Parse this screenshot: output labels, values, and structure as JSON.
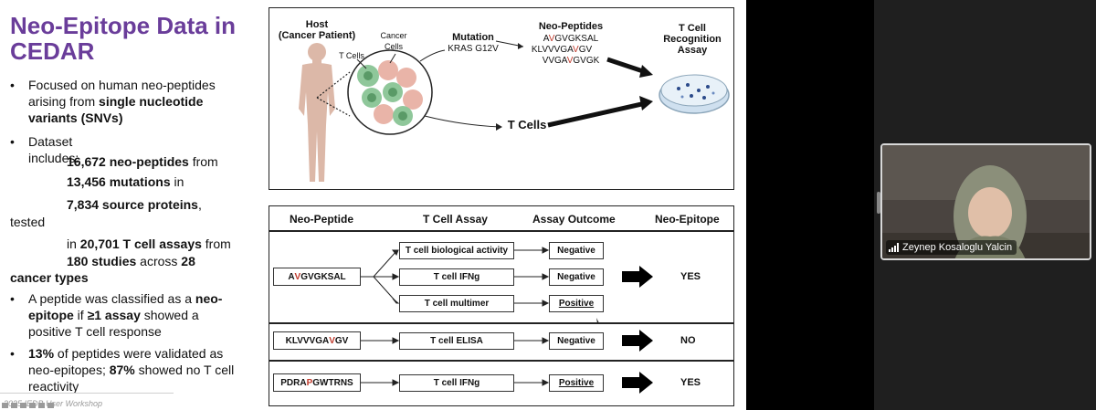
{
  "slide": {
    "title": "Neo-Epitope Data in CEDAR",
    "bullets": {
      "b1_a": "Focused on human neo-peptides",
      "b1_b": "arising from ",
      "b1_c": "single nucleotide",
      "b1_d": "variants (SNVs)",
      "b2": "Dataset includes:",
      "l1_a": "16,672 neo-peptides",
      "l1_b": " from",
      "l2_a": "13,456 mutations",
      "l2_b": " in",
      "l3_a": "7,834 source proteins",
      "l3_b": ",",
      "tested": "tested",
      "l4_a": "in ",
      "l4_b": "20,701 T cell assays",
      "l4_c": " from",
      "l5_a": "180 studies",
      "l5_b": " across ",
      "l5_c": "28",
      "l6": "cancer types",
      "b3_a": "A peptide was classified as a ",
      "b3_b": "neo-",
      "b3_c": "epitope",
      "b3_d": " if ",
      "b3_e": "≥1 assay",
      "b3_f": " showed a",
      "b3_g": "positive T cell response",
      "b4_a": "13%",
      "b4_b": " of peptides were validated as",
      "b4_c": "neo-epitopes; ",
      "b4_d": "87%",
      "b4_e": " showed no T cell",
      "b4_f": "reactivity"
    },
    "footer": "2025 IEDB User Workshop"
  },
  "diagram_top": {
    "host_l1": "Host",
    "host_l2": "(Cancer Patient)",
    "tcells_small": "T Cells",
    "cancer_l1": "Cancer",
    "cancer_l2": "Cells",
    "mutation": "Mutation",
    "mutation_sub": "KRAS G12V",
    "neopeptides": "Neo-Peptides",
    "p1_a": "A",
    "p1_r": "V",
    "p1_b": "GVGKSAL",
    "p2_a": "KLVVVGA",
    "p2_r": "V",
    "p2_b": "GV",
    "p3_a": "VVGA",
    "p3_r": "V",
    "p3_b": "GVGK",
    "tcell_l1": "T Cell",
    "tcell_l2": "Recognition",
    "tcell_l3": "Assay",
    "tcells_big": "T Cells"
  },
  "table": {
    "headers": [
      "Neo-Peptide",
      "T Cell Assay",
      "Assay Outcome",
      "Neo-Epitope"
    ],
    "r1_pep_a": "A",
    "r1_pep_r": "V",
    "r1_pep_b": "GVGKSAL",
    "r1_assays": [
      "T cell biological activity",
      "T cell IFNg",
      "T cell multimer"
    ],
    "r1_outcomes": [
      "Negative",
      "Negative",
      "Positive"
    ],
    "r1_result": "YES",
    "r2_pep_a": "KLVVVGA",
    "r2_pep_r": "V",
    "r2_pep_b": "GV",
    "r2_assay": "T cell ELISA",
    "r2_outcome": "Negative",
    "r2_result": "NO",
    "r3_pep_a": "PDRA",
    "r3_pep_r": "P",
    "r3_pep_b": "GWTRNS",
    "r3_assay": "T cell IFNg",
    "r3_outcome": "Positive",
    "r3_result": "YES"
  },
  "video": {
    "participant_name": "Zeynep Kosaloglu Yalcin"
  },
  "colors": {
    "title": "#6a3d9a",
    "mutation_red": "#c0392b"
  }
}
